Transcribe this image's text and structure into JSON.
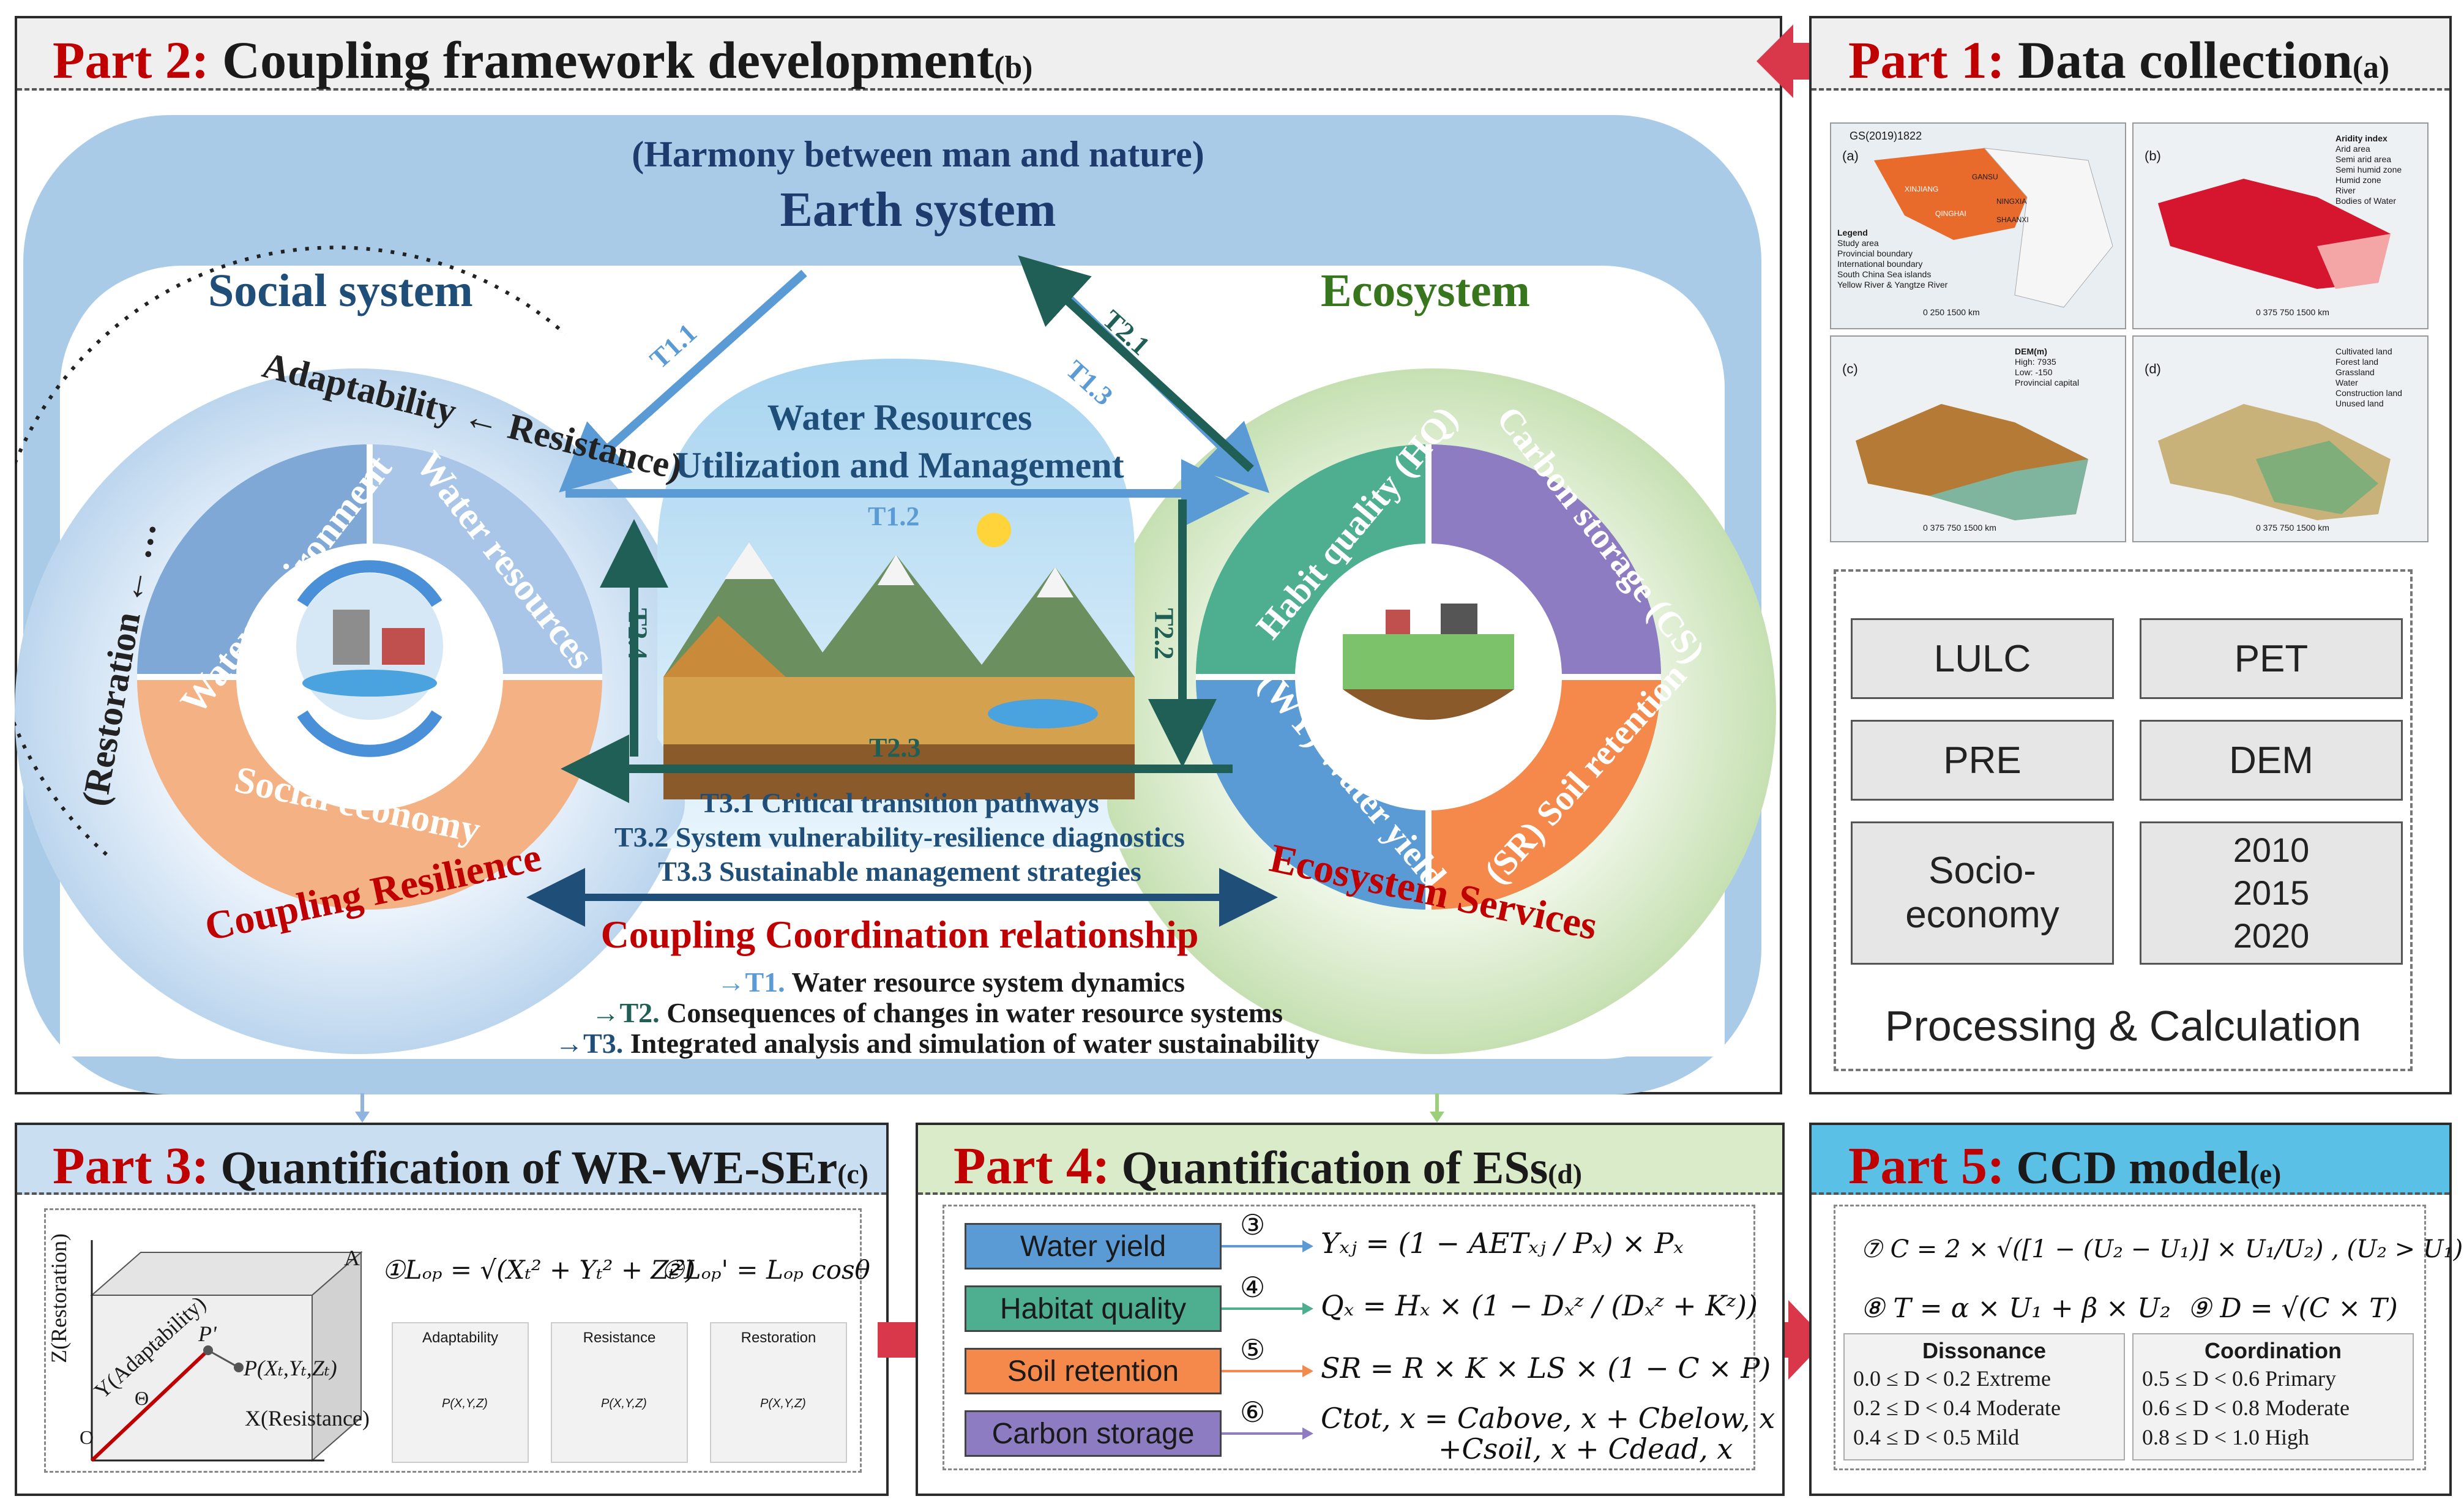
{
  "part2": {
    "part": "Part 2:",
    "title": "Coupling framework development",
    "sub": "(b)"
  },
  "part1": {
    "part": "Part 1:",
    "title": "Data collection",
    "sub": "(a)"
  },
  "part3": {
    "part": "Part 3:",
    "title": "Quantification of WR-WE-SEr",
    "sub": "(c)"
  },
  "part4": {
    "part": "Part 4:",
    "title": "Quantification of ESs",
    "sub": "(d)"
  },
  "part5": {
    "part": "Part 5:",
    "title": "CCD model",
    "sub": "(e)"
  },
  "earth": {
    "harmony": "(Harmony between man and nature)",
    "title": "Earth system"
  },
  "social": {
    "title": "Social system",
    "ring": "Adaptability ← Resistance)",
    "ring_left": "(Restoration ← …",
    "seg1": "Water environment",
    "seg2": "Water resources",
    "seg3": "Social economy",
    "resilience": "Coupling Resilience"
  },
  "eco": {
    "title": "Ecosystem",
    "seg1": "Habit quality (HQ)",
    "seg2": "Carbon storage (CS)",
    "seg3": "(WY) Water yield",
    "seg4": "(SR) Soil retention",
    "services": "Ecosystem Services"
  },
  "water": {
    "line1": "Water Resources",
    "line2": "Utilization and Management"
  },
  "arrows": {
    "t11": "T1.1",
    "t13": "T1.3",
    "t21": "T2.1",
    "t12": "T1.2",
    "t22": "T2.2",
    "t24": "T2.4",
    "t23": "T2.3"
  },
  "t3": [
    "T3.1 Critical transition pathways",
    "T3.2 System vulnerability-resilience diagnostics",
    "T3.3 Sustainable management strategies"
  ],
  "ccr": "Coupling Coordination relationship",
  "legend": [
    {
      "key": "→T1.",
      "text": " Water resource system dynamics",
      "color": "#5b9bd5"
    },
    {
      "key": "→T2.",
      "text": " Consequences of changes in water resource systems",
      "color": "#1f5f55"
    },
    {
      "key": "→T3.",
      "text": " Integrated analysis and simulation of water sustainability",
      "color": "#1f4e79"
    }
  ],
  "maps": [
    {
      "tag": "(a)",
      "note": "GS(2019)1822",
      "legend": [
        "Legend",
        "Study area",
        "Provincial boundary",
        "International boundary",
        "South China Sea islands",
        "Yellow River & Yangtze River"
      ],
      "scale": "0 250 1500 km",
      "labels": [
        "XINJIANG",
        "GANSU",
        "QINGHAI",
        "NINGXIA",
        "SHAANXI"
      ]
    },
    {
      "tag": "(b)",
      "legend": [
        "Aridity index",
        "Arid area",
        "Semi arid area",
        "Semi humid zone",
        "Humid zone",
        "River",
        "Bodies of Water"
      ],
      "scale": "0 375 750 1500 km"
    },
    {
      "tag": "(c)",
      "legend": [
        "DEM(m)",
        "High: 7935",
        "Low: -150",
        "Provincial capital"
      ],
      "scale": "0 375 750 1500 km"
    },
    {
      "tag": "(d)",
      "legend": [
        "Cultivated land",
        "Forest land",
        "Grassland",
        "Water",
        "Construction land",
        "Unused land"
      ],
      "scale": "0 375 750 1500 km"
    }
  ],
  "data_boxes": [
    "LULC",
    "PET",
    "PRE",
    "DEM",
    "Socio-economy",
    "2010\n2015\n2020"
  ],
  "processing": "Processing & Calculation",
  "part3_content": {
    "cube_labels": {
      "a": "A",
      "z": "Z(Restoration)",
      "y": "Y(Adaptability)",
      "x": "X(Resistance)",
      "p": "P(Xₜ,Yₜ,Zₜ)",
      "pp": "P'",
      "o": "O",
      "theta": "Θ"
    },
    "eq1": "①Lₒₚ = √(Xₜ² + Yₜ² + Zₜ²)",
    "eq2": "②Lₒₚ' = Lₒₚ cosθ",
    "mini": [
      "Adaptability",
      "Resistance",
      "Restoration"
    ],
    "mini_p": "P(X,Y,Z)"
  },
  "part4_content": {
    "bars": [
      {
        "label": "Water yield",
        "color": "#5b9bd5",
        "num": "③",
        "eq": "Yₓⱼ = (1 − AETₓⱼ / Pₓ) × Pₓ"
      },
      {
        "label": "Habitat quality",
        "color": "#4daf8f",
        "num": "④",
        "eq": "Qₓ = Hₓ × (1 − Dₓᶻ / (Dₓᶻ + Kᶻ))"
      },
      {
        "label": "Soil retention",
        "color": "#f4894b",
        "num": "⑤",
        "eq": "SR = R × K × LS × (1 − C × P)"
      },
      {
        "label": "Carbon storage",
        "color": "#8e7cc3",
        "num": "⑥",
        "eq": "Ctot, x = Cabove, x + Cbelow, x"
      }
    ],
    "eq_cont": "+Csoil, x + Cdead, x"
  },
  "part5_content": {
    "eq7": "⑦ C = 2 × √([1 − (U₂ − U₁)] × U₁/U₂) , (U₂ > U₁)",
    "eq8": "⑧ T = α × U₁ + β × U₂",
    "eq9": "⑨ D = √(C × T)",
    "dis_title": "Dissonance",
    "coord_title": "Coordination",
    "dis": [
      "0.0 ≤ D < 0.2 Extreme",
      "0.2 ≤ D < 0.4 Moderate",
      "0.4 ≤ D < 0.5 Mild"
    ],
    "coord": [
      "0.5 ≤ D < 0.6 Primary",
      "0.6 ≤ D < 0.8 Moderate",
      "0.8 ≤ D < 1.0 High"
    ]
  }
}
